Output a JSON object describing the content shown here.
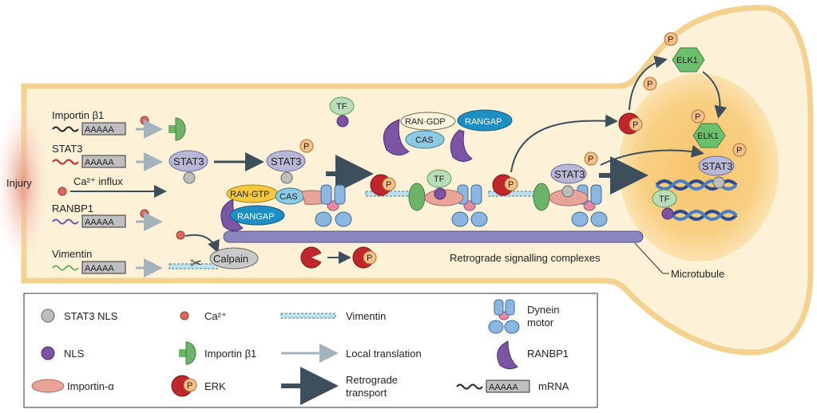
{
  "labels": {
    "injury": "Injury",
    "importin_b1": "Importin β1",
    "stat3": "STAT3",
    "ca_influx": "Ca²⁺ influx",
    "ranbp1": "RANBP1",
    "vimentin": "Vimentin",
    "polyA": "AAAAA",
    "stat3_node": "STAT3",
    "tf": "TF",
    "p": "P",
    "ran_gdp": "RAN·GDP",
    "cas": "CAS",
    "rangap": "RANGAP",
    "ran_gtp": "RAN·GTP",
    "calpain": "Calpain",
    "elk1": "ELK1",
    "retrograde_complexes": "Retrograde signalling complexes",
    "microtubule": "Microtubule"
  },
  "legend": {
    "stat3_nls": "STAT3 NLS",
    "ca": "Ca²⁺",
    "vimentin": "Vimentin",
    "dynein_line1": "Dynein",
    "dynein_line2": "motor",
    "nls": "NLS",
    "importin_b1": "Importin β1",
    "local_translation": "Local translation",
    "ranbp1": "RANBP1",
    "importin_a": "Importin-α",
    "erk": "ERK",
    "retrograde_line1": "Retrograde",
    "retrograde_line2": "transport",
    "mrna": "mRNA",
    "polyA": "AAAAA",
    "p": "P"
  },
  "colors": {
    "cytoplasm": "#fdf1d8",
    "membrane": "#f3d28f",
    "nucleus": "#fbe1a6",
    "nucleus_core": "#f6c46a",
    "stat3": "#b9b7d8",
    "nls": "#7b55a3",
    "erk": "#c0272d",
    "phospho": "#f6c18b",
    "importin_b1": "#6db46a",
    "importin_a": "#e9a49a",
    "ran_gdp": "#fdf6e1",
    "cas": "#8cc9e3",
    "rangap": "#1f8fc3",
    "dynein": "#8bb6e0",
    "microtubule": "#8a86bd",
    "elk1": "#6dbf70",
    "dark_arrow": "#3d4f5c",
    "light_arrow": "#a4b2bc",
    "ca": "#dd6a5e",
    "dna1": "#2f4b8f",
    "dna2": "#4a7fc1"
  }
}
